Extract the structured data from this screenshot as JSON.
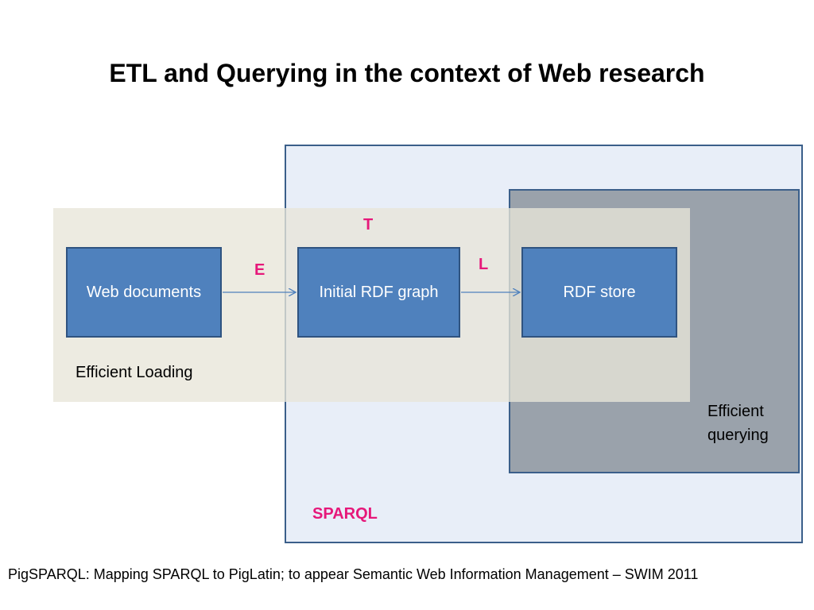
{
  "slide": {
    "title": "ETL and Querying in the context of Web research",
    "footer": "PigSPARQL: Mapping SPARQL to PigLatin; to appear  Semantic Web Information Management – SWIM 2011"
  },
  "diagram": {
    "nodes": {
      "web_documents": "Web documents",
      "initial_rdf_graph": "Initial RDF graph",
      "rdf_store": "RDF store"
    },
    "edge_labels": {
      "extract": "E",
      "transform": "T",
      "load": "L"
    },
    "regions": {
      "loading": "Efficient Loading",
      "querying": "Efficient querying",
      "sparql": "SPARQL"
    }
  },
  "colors": {
    "node_fill": "#4f81bd",
    "node_border": "#2f5380",
    "sparql_region": "#e8eef8",
    "query_region": "#9aa2ab",
    "loading_region": "#e8e5d8",
    "accent_text": "#e6187a",
    "arrow": "#4f81bd"
  }
}
